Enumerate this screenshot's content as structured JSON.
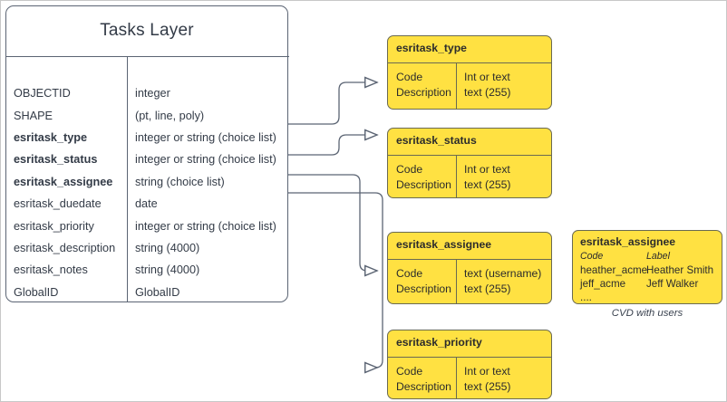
{
  "diagram": {
    "accent_yellow": "#ffe142",
    "line_color": "#5b6473",
    "text_color": "#333b47"
  },
  "entity": {
    "title": "Tasks Layer",
    "rows": [
      {
        "name": "OBJECTID",
        "type": "integer",
        "bold": false
      },
      {
        "name": "SHAPE",
        "type": "(pt, line, poly)",
        "bold": false
      },
      {
        "name": "esritask_type",
        "type": "integer or string (choice list)",
        "bold": true
      },
      {
        "name": "esritask_status",
        "type": "integer or string (choice list)",
        "bold": true
      },
      {
        "name": "esritask_assignee",
        "type": "string (choice list)",
        "bold": true
      },
      {
        "name": "esritask_duedate",
        "type": "date",
        "bold": false
      },
      {
        "name": "esritask_priority",
        "type": "integer or string (choice list)",
        "bold": false
      },
      {
        "name": "esritask_description",
        "type": "string (4000)",
        "bold": false
      },
      {
        "name": "esritask_notes",
        "type": "string (4000)",
        "bold": false
      },
      {
        "name": "GlobalID",
        "type": "GlobalID",
        "bold": false
      }
    ]
  },
  "domains": [
    {
      "title": "esritask_type",
      "left_lines": [
        "Code",
        "Description"
      ],
      "right_lines": [
        "Int or text",
        "text (255)"
      ]
    },
    {
      "title": "esritask_status",
      "left_lines": [
        "Code",
        "Description"
      ],
      "right_lines": [
        "Int or text",
        "text (255)"
      ]
    },
    {
      "title": "esritask_assignee",
      "left_lines": [
        "Code",
        "Description"
      ],
      "right_lines": [
        "text  (username)",
        "text (255)"
      ]
    },
    {
      "title": "esritask_priority",
      "left_lines": [
        "Code",
        "Description"
      ],
      "right_lines": [
        "Int or text",
        "text (255)"
      ]
    }
  ],
  "cvd": {
    "title": "esritask_assignee",
    "header_code": "Code",
    "header_label": "Label",
    "rows": [
      {
        "code": "heather_acme",
        "label": "Heather Smith"
      },
      {
        "code": "jeff_acme",
        "label": "Jeff Walker"
      },
      {
        "code": "....",
        "label": ""
      }
    ],
    "caption": "CVD with users"
  }
}
